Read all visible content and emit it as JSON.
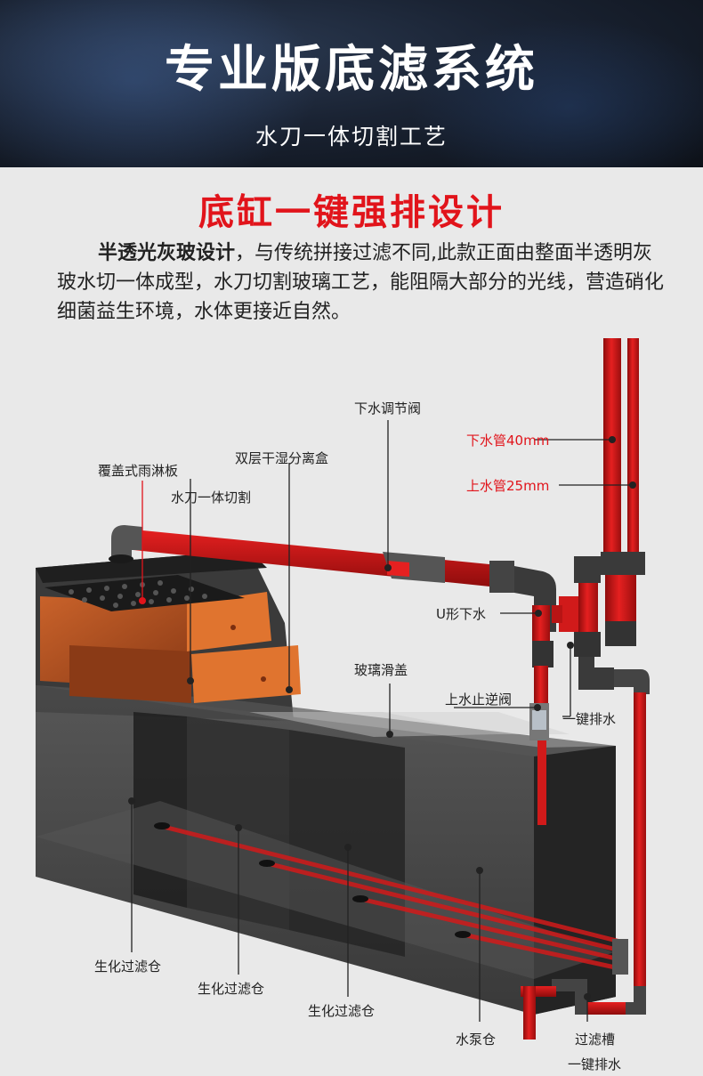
{
  "header": {
    "title": "专业版底滤系统",
    "subtitle": "水刀一体切割工艺"
  },
  "section": {
    "title": "底缸一键强排设计",
    "lead": "半透光灰玻设计",
    "body": "，与传统拼接过滤不同,此款正面由整面半透明灰玻水切一体成型，水刀切割玻璃工艺，能阻隔大部分的光线，营造硝化细菌益生环境，水体更接近自然。"
  },
  "labels": {
    "drain_valve": "下水调节阀",
    "drip_plate": "覆盖式雨淋板",
    "dry_wet_box": "双层干湿分离盒",
    "waterjet_cut": "水刀一体切割",
    "down_pipe": "下水管40mm",
    "up_pipe": "上水管25mm",
    "u_drain": "U形下水",
    "glass_lid": "玻璃滑盖",
    "check_valve": "上水止逆阀",
    "one_key_drain": "一键排水",
    "bio_1": "生化过滤仓",
    "bio_2": "生化过滤仓",
    "bio_3": "生化过滤仓",
    "pump": "水泵仓",
    "filter_tank": "过滤槽",
    "filter_drain": "一键排水"
  },
  "colors": {
    "accent_red": "#e1141b",
    "pipe_red": "#d11a1a",
    "tank_dark": "#2a2a2a"
  }
}
